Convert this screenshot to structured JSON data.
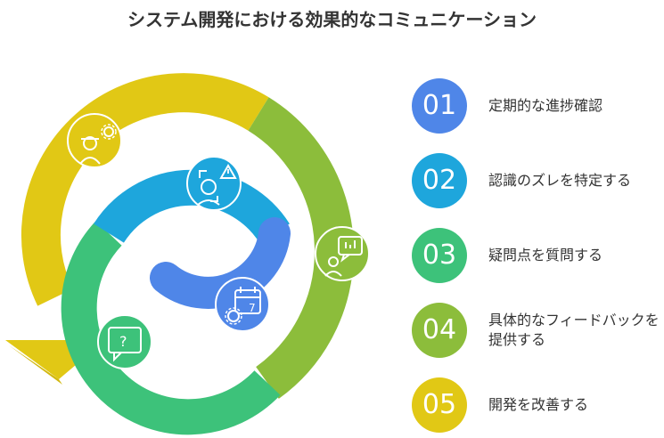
{
  "title": "システム開発における効果的なコミュニケーション",
  "colors": {
    "step1": "#4f86e8",
    "step2": "#1ea6dc",
    "step3": "#3dc27a",
    "step4": "#8cbd3b",
    "step5": "#e1c815"
  },
  "steps": [
    {
      "number": "01",
      "label": "定期的な進捗確認",
      "icon": "calendar-gear-icon"
    },
    {
      "number": "02",
      "label": "認識のズレを特定する",
      "icon": "person-warning-icon"
    },
    {
      "number": "03",
      "label": "疑問点を質問する",
      "icon": "question-bubble-icon"
    },
    {
      "number": "04",
      "label": "具体的なフィードバックを提供する",
      "icon": "person-feedback-icon"
    },
    {
      "number": "05",
      "label": "開発を改善する",
      "icon": "person-gear-icon"
    }
  ]
}
